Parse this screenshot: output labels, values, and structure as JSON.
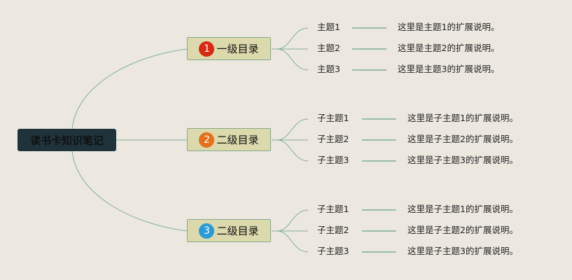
{
  "root": {
    "label": "读书卡知识笔记"
  },
  "branches": [
    {
      "number": "1",
      "label": "一级目录",
      "badge_color": "#d62a12",
      "items": [
        {
          "topic": "主题1",
          "desc": "这里是主题1的扩展说明。"
        },
        {
          "topic": "主题2",
          "desc": "这里是主题2的扩展说明。"
        },
        {
          "topic": "主题3",
          "desc": "这里是主题3的扩展说明。"
        }
      ]
    },
    {
      "number": "2",
      "label": "二级目录",
      "badge_color": "#e4701c",
      "items": [
        {
          "topic": "子主题1",
          "desc": "这里是子主题1的扩展说明。"
        },
        {
          "topic": "子主题2",
          "desc": "这里是子主题2的扩展说明。"
        },
        {
          "topic": "子主题3",
          "desc": "这里是子主题3的扩展说明。"
        }
      ]
    },
    {
      "number": "3",
      "label": "二级目录",
      "badge_color": "#2b9ad6",
      "items": [
        {
          "topic": "子主题1",
          "desc": "这里是子主题1的扩展说明。"
        },
        {
          "topic": "子主题2",
          "desc": "这里是子主题2的扩展说明。"
        },
        {
          "topic": "子主题3",
          "desc": "这里是子主题3的扩展说明。"
        }
      ]
    }
  ],
  "colors": {
    "line": "#7fae98",
    "background": "#ece8e0",
    "branch_fill": "#dcd9ac",
    "root_fill": "#1f333d"
  }
}
